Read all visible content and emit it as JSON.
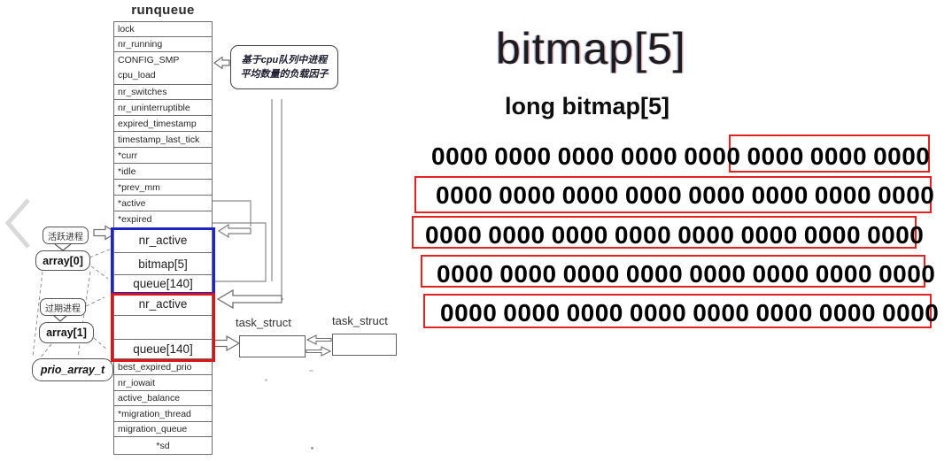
{
  "runqueue": {
    "title": "runqueue",
    "fields_top": [
      "lock",
      "nr_running"
    ],
    "smp_block": [
      "CONFIG_SMP",
      "cpu_load"
    ],
    "fields_mid": [
      "nr_switches",
      "nr_uninterruptible",
      "expired_timestamp",
      "timestamp_last_tick",
      "*curr",
      "*idle",
      "*prev_mm",
      "*active",
      "*expired"
    ],
    "active_array": {
      "note_label": "活跃进程",
      "array_label": "array[0]",
      "rows": [
        "nr_active",
        "bitmap[5]",
        "queue[140]"
      ]
    },
    "expired_array": {
      "note_label": "过期进程",
      "array_label": "array[1]",
      "rows": [
        "nr_active",
        "",
        "queue[140]"
      ]
    },
    "fields_bottom": [
      "best_expired_prio",
      "nr_iowait",
      "active_balance",
      "*migration_thread",
      "migration_queue",
      "*sd"
    ],
    "type_label": "prio_array_t",
    "callout_lines": [
      "基于cpu队列中进程",
      "平均数量的负载因子"
    ]
  },
  "task_structs": {
    "labels": [
      "task_struct",
      "task_struct"
    ]
  },
  "bitmap_panel": {
    "title": "bitmap[5]",
    "subtitle": "long bitmap[5]",
    "rows": [
      {
        "groups": [
          "0000",
          "0000",
          "0000",
          "0000",
          "0000",
          "0000",
          "0000",
          "0000"
        ],
        "highlight_from_group": 5
      },
      {
        "groups": [
          "0000",
          "0000",
          "0000",
          "0000",
          "0000",
          "0000",
          "0000",
          "0000"
        ],
        "highlight_from_group": 0
      },
      {
        "groups": [
          "0000",
          "0000",
          "0000",
          "0000",
          "0000",
          "0000",
          "0000",
          "0000"
        ],
        "highlight_from_group": 0
      },
      {
        "groups": [
          "0000",
          "0000",
          "0000",
          "0000",
          "0000",
          "0000",
          "0000",
          "0000"
        ],
        "highlight_from_group": 0
      },
      {
        "groups": [
          "0000",
          "0000",
          "0000",
          "0000",
          "0000",
          "0000",
          "0000",
          "0000"
        ],
        "highlight_from_group": 0
      }
    ]
  },
  "colors": {
    "active_frame": "#2123ca",
    "expired_frame": "#dc1414",
    "bit_highlight": "#e02323"
  }
}
